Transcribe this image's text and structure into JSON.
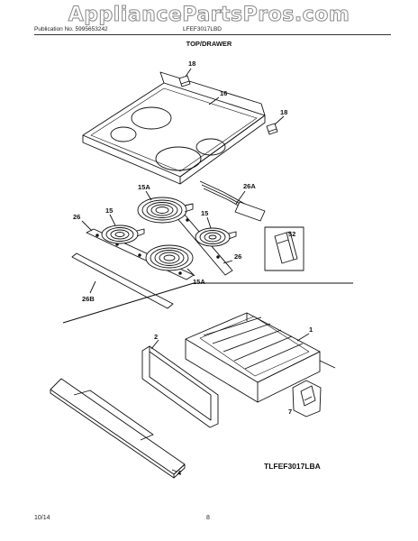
{
  "watermark": "AppliancePartsPros.com",
  "header": {
    "publication": "Publication No. 5995653242",
    "model": "LFEF3017LBD"
  },
  "section_title": "TOP/DRAWER",
  "callouts": {
    "c18a": "18",
    "c16": "16",
    "c18b": "18",
    "c26a": "26A",
    "c15a_top": "15A",
    "c26_left": "26",
    "c15_left": "15",
    "c15_right": "15",
    "c52": "52",
    "c26_right": "26",
    "c15a_bottom": "15A",
    "c26b": "26B",
    "c1": "1",
    "c2": "2",
    "c7": "7",
    "c4": "4"
  },
  "diagram_ref": "TLFEF3017LBA",
  "footer": {
    "date": "10/14",
    "page": "8"
  }
}
